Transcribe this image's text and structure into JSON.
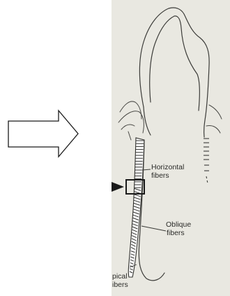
{
  "labels": {
    "horizontal": [
      "Horizontal",
      "fibers"
    ],
    "oblique": [
      "Oblique",
      "fibers"
    ],
    "apical": [
      "pical",
      "ibers"
    ]
  }
}
